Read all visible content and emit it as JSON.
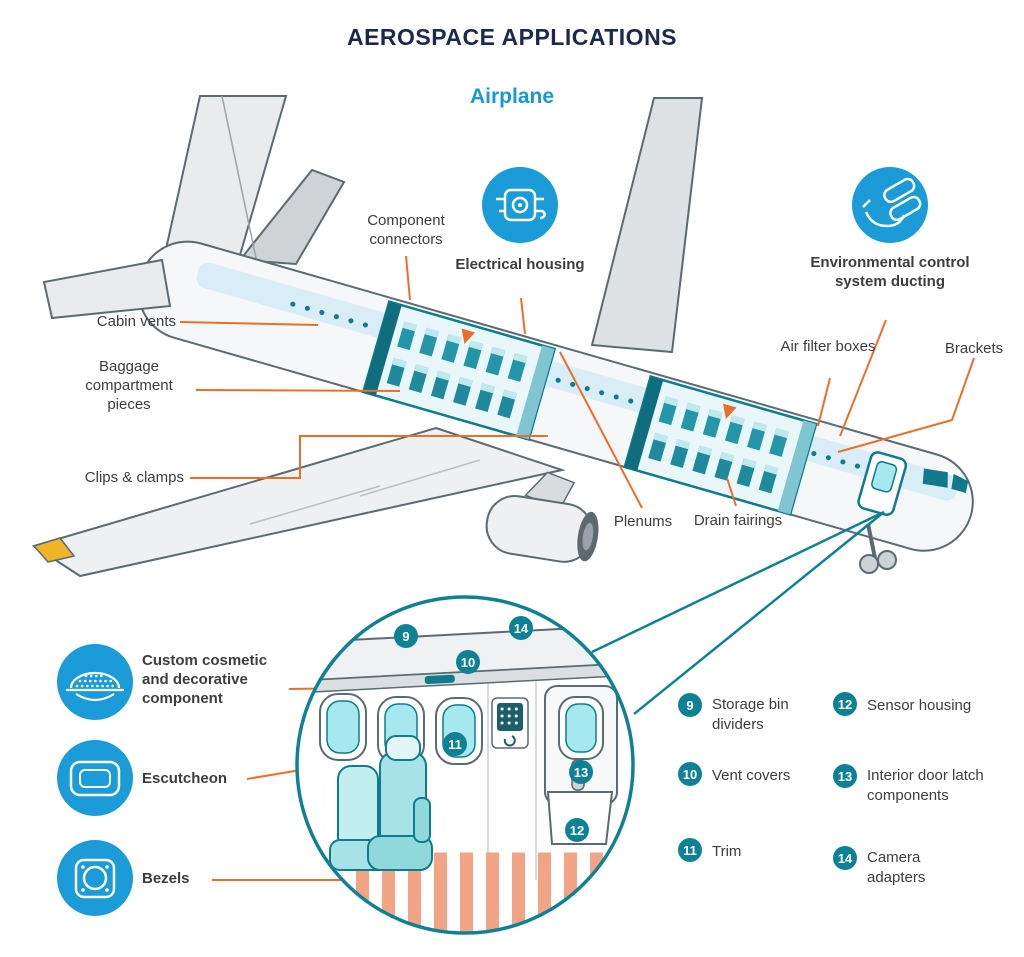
{
  "title": "AEROSPACE APPLICATIONS",
  "subtitle": "Airplane",
  "colors": {
    "accent_orange": "#e8702a",
    "teal": "#0e8294",
    "icon_blue": "#1b9bd7",
    "title_navy": "#1b2a4a",
    "subtitle_blue": "#1898d5"
  },
  "airplane_callouts": {
    "component_connectors": "Component connectors",
    "cabin_vents": "Cabin vents",
    "baggage_compartment": "Baggage compartment pieces",
    "clips_clamps": "Clips & clamps",
    "plenums": "Plenums",
    "drain_fairings": "Drain fairings",
    "air_filter_boxes": "Air filter boxes",
    "brackets": "Brackets"
  },
  "icon_callouts": {
    "electrical_housing": {
      "icon": "electrical-housing-icon",
      "label": "Electrical housing"
    },
    "environmental_ducting": {
      "icon": "environmental-ducting-icon",
      "label": "Environmental control system ducting"
    }
  },
  "interior_callouts": {
    "custom_cosmetic": {
      "icon": "cosmetic-component-icon",
      "label": "Custom cosmetic and decorative component"
    },
    "escutcheon": {
      "icon": "escutcheon-icon",
      "label": "Escutcheon"
    },
    "bezels": {
      "icon": "bezel-icon",
      "label": "Bezels"
    }
  },
  "legend": [
    {
      "num": "9",
      "label": "Storage bin dividers"
    },
    {
      "num": "10",
      "label": "Vent covers"
    },
    {
      "num": "11",
      "label": "Trim"
    },
    {
      "num": "12",
      "label": "Sensor housing"
    },
    {
      "num": "13",
      "label": "Interior door latch components"
    },
    {
      "num": "14",
      "label": "Camera adapters"
    }
  ]
}
